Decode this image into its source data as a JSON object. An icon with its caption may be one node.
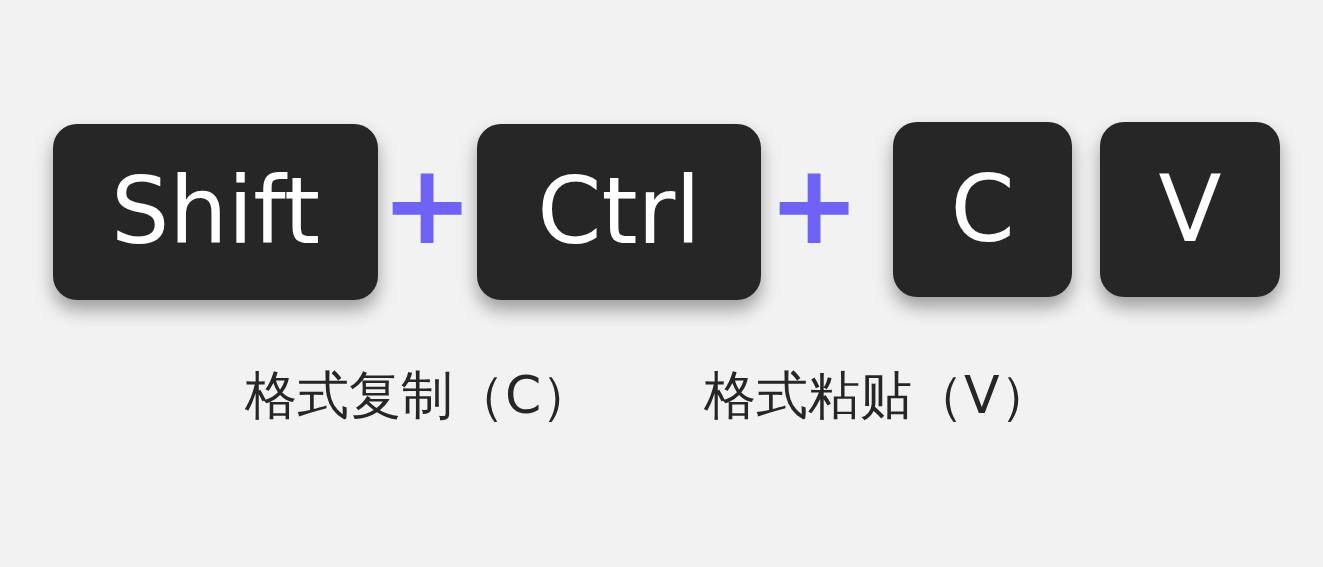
{
  "diagram": {
    "nodes": [
      {
        "text": [
          "Shift"
        ]
      },
      {
        "text": [
          "Ctrl"
        ]
      },
      {
        "text": [
          "C"
        ]
      },
      {
        "text": [
          "V"
        ]
      }
    ],
    "labels": [
      "+",
      "+",
      "格式复制（C）",
      "格式粘贴（V）"
    ]
  }
}
